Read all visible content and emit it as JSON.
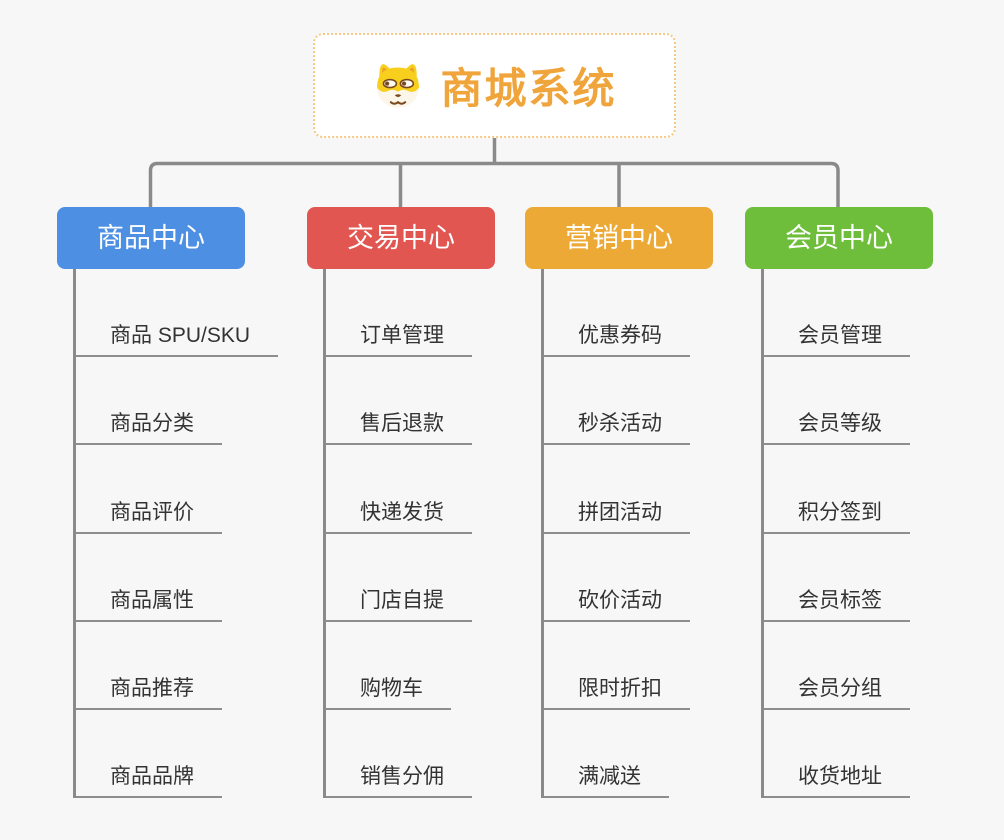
{
  "page": {
    "background": "#F7F7F7"
  },
  "root": {
    "title": "商城系统",
    "icon": "shiba-dog-icon",
    "text_color": "#F0A53C",
    "border_color": "#F5C983",
    "background": "#FFFFFF"
  },
  "connector": {
    "color": "#8A8A8A",
    "underline_color": "#8E8E8E"
  },
  "branches": [
    {
      "label": "商品中心",
      "color": "#4D8FE2",
      "children": [
        "商品 SPU/SKU",
        "商品分类",
        "商品评价",
        "商品属性",
        "商品推荐",
        "商品品牌"
      ]
    },
    {
      "label": "交易中心",
      "color": "#E25652",
      "children": [
        "订单管理",
        "售后退款",
        "快递发货",
        "门店自提",
        "购物车",
        "销售分佣"
      ]
    },
    {
      "label": "营销中心",
      "color": "#ECA935",
      "children": [
        "优惠券码",
        "秒杀活动",
        "拼团活动",
        "砍价活动",
        "限时折扣",
        "满减送"
      ]
    },
    {
      "label": "会员中心",
      "color": "#6EBE3B",
      "children": [
        "会员管理",
        "会员等级",
        "积分签到",
        "会员标签",
        "会员分组",
        "收货地址"
      ]
    }
  ]
}
